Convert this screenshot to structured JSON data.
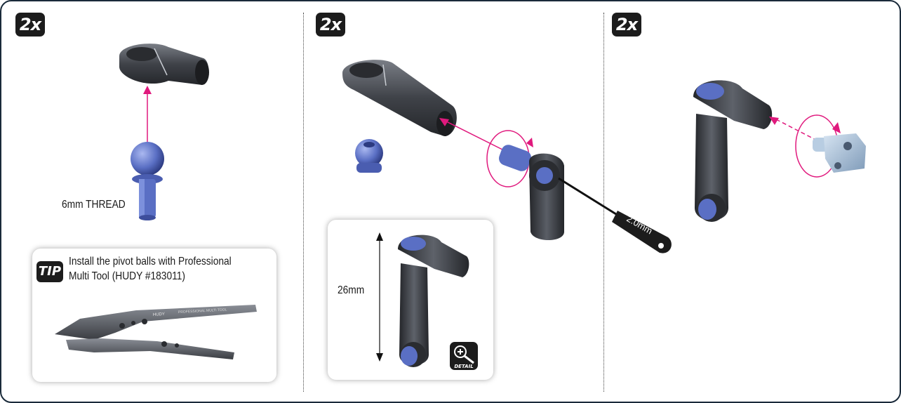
{
  "panels": [
    {
      "count_label": "2x",
      "thread_label": "6mm THREAD"
    },
    {
      "count_label": "2x",
      "tool_label": "2.0mm",
      "detail_dimension": "26mm",
      "detail_badge": "DETAIL"
    },
    {
      "count_label": "2x"
    }
  ],
  "tip": {
    "badge": "TIP",
    "line1": "Install the pivot balls with Professional",
    "line2": "Multi Tool (HUDY #183011)",
    "tool_brand": "HUDY",
    "tool_text": "PROFESSIONAL MULTI TOOL"
  },
  "colors": {
    "arrow": "#e0197d",
    "part_dark": "#3a3d42",
    "part_blue": "#5a6fc4",
    "part_light_blue": "#a9c3de",
    "badge_bg": "#1c1c1c"
  },
  "icons": [
    "arrow-up-icon",
    "rotate-arrow-icon",
    "hex-driver-icon",
    "magnifier-plus-icon"
  ]
}
